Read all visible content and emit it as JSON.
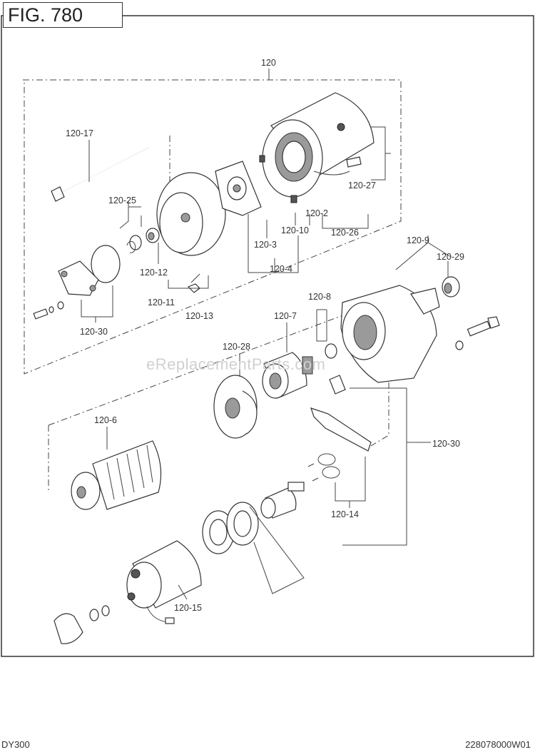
{
  "figure": {
    "label": "FIG. 780"
  },
  "footer": {
    "model": "DY300",
    "part_number": "228078000W01"
  },
  "watermark": "eReplacementParts.com",
  "callouts": {
    "c120": "120",
    "c120_17": "120-17",
    "c120_25": "120-25",
    "c120_12": "120-12",
    "c120_11": "120-11",
    "c120_13": "120-13",
    "c120_30a": "120-30",
    "c120_3": "120-3",
    "c120_4": "120-4",
    "c120_10": "120-10",
    "c120_2": "120-2",
    "c120_26": "120-26",
    "c120_27": "120-27",
    "c120_9": "120-9",
    "c120_29": "120-29",
    "c120_8": "120-8",
    "c120_7": "120-7",
    "c120_28": "120-28",
    "c120_6": "120-6",
    "c120_30b": "120-30",
    "c120_14": "120-14",
    "c120_15": "120-15"
  }
}
